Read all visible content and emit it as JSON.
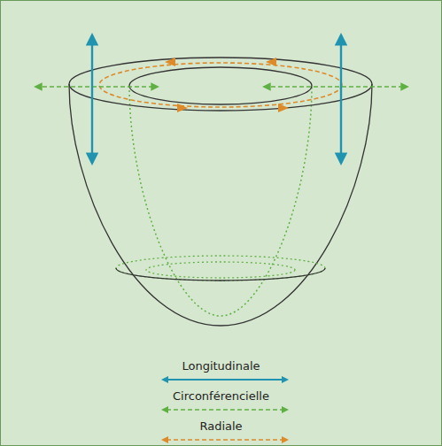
{
  "diagram": {
    "legend": [
      {
        "text": "Longitudinale"
      },
      {
        "text": "Circonférencielle"
      },
      {
        "text": "Radiale"
      }
    ]
  }
}
